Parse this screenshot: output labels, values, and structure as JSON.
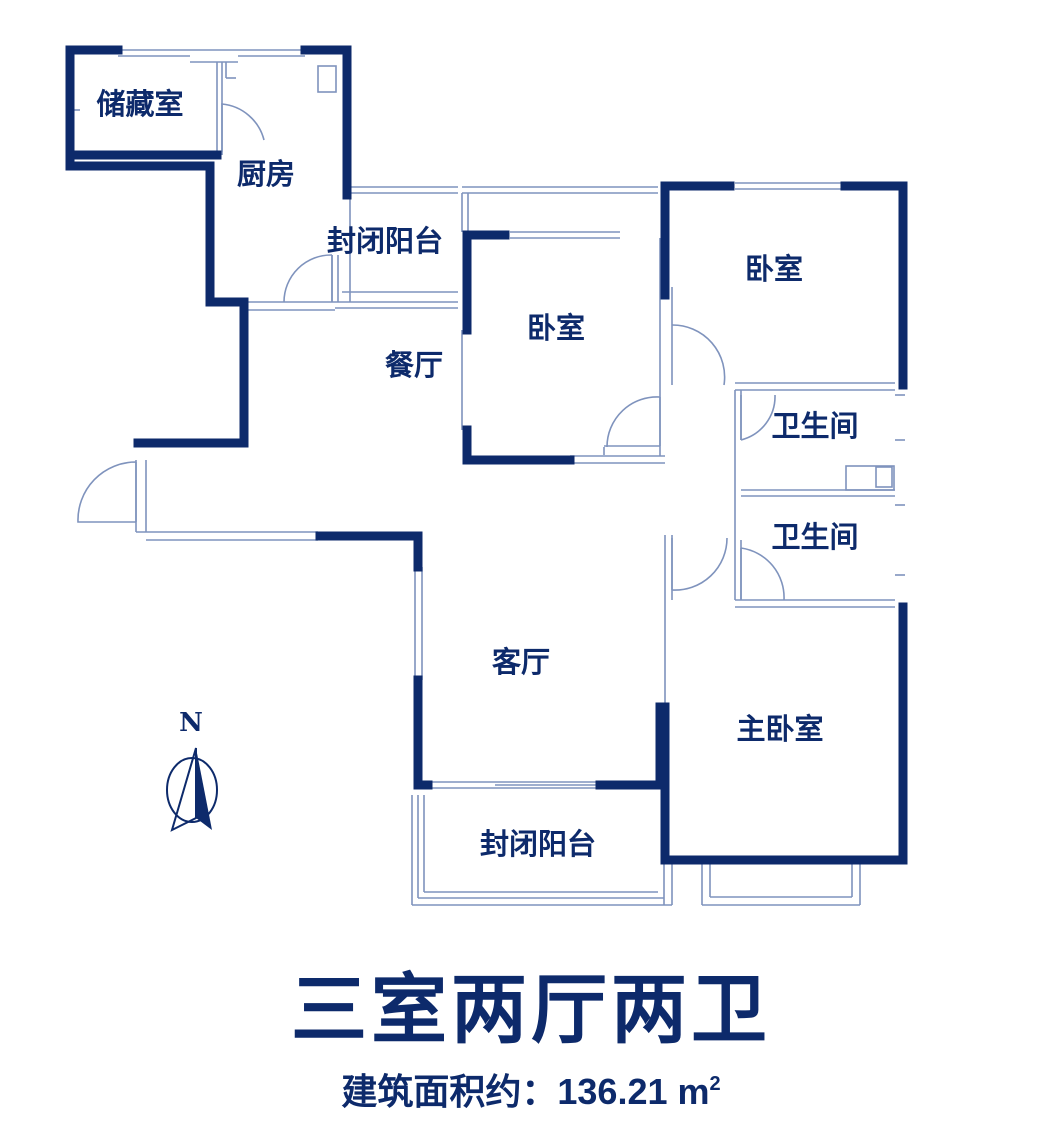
{
  "rooms": {
    "storage": "储藏室",
    "kitchen": "厨房",
    "balcony_north": "封闭阳台",
    "dining": "餐厅",
    "bedroom_1": "卧室",
    "bedroom_2": "卧室",
    "bathroom_1": "卫生间",
    "bathroom_2": "卫生间",
    "living": "客厅",
    "master_bedroom": "主卧室",
    "balcony_south": "封闭阳台"
  },
  "compass": {
    "label": "N"
  },
  "footer": {
    "layout_title": "三室两厅两卫",
    "area_label": "建筑面积约：",
    "area_value": "136.21",
    "area_unit": "m",
    "area_unit_sup": "2"
  },
  "colors": {
    "wall": "#0d2a6b",
    "thin_line": "#7f93bd",
    "background": "#ffffff"
  }
}
